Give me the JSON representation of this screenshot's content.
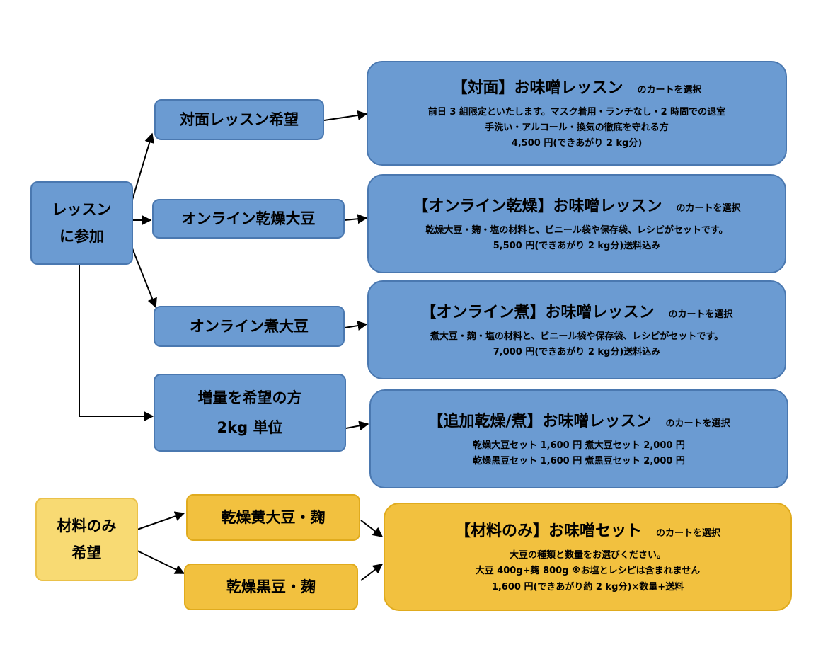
{
  "colors": {
    "blue": "#6b9bd2",
    "yellow": "#f2c13f",
    "pale_yellow": "#f8da73",
    "arrow": "#000000"
  },
  "start": {
    "line1": "レッスン",
    "line2": "に参加"
  },
  "options": {
    "taimen": "対面レッスン希望",
    "online_dry": "オンライン乾燥大豆",
    "online_boiled": "オンライン煮大豆",
    "extra_line1": "増量を希望の方",
    "extra_line2": "2kg 単位"
  },
  "cart_suffix": "のカートを選択",
  "cards": {
    "taimen": {
      "title": "【対面】お味噌レッスン",
      "lines": [
        "前日 3 組限定といたします。マスク着用・ランチなし・2 時間での退室",
        "手洗い・アルコール・換気の徹底を守れる方",
        "4,500 円(できあがり 2 kg分)"
      ]
    },
    "online_dry": {
      "title": "【オンライン乾燥】お味噌レッスン",
      "lines": [
        "乾燥大豆・麹・塩の材料と、ビニール袋や保存袋、レシピがセットです。",
        "5,500 円(できあがり 2 kg分)送料込み"
      ]
    },
    "online_boiled": {
      "title": "【オンライン煮】お味噌レッスン",
      "lines": [
        "煮大豆・麹・塩の材料と、ビニール袋や保存袋、レシピがセットです。",
        "7,000 円(できあがり 2 kg分)送料込み"
      ]
    },
    "extra": {
      "title": "【追加乾燥/煮】お味噌レッスン",
      "lines": [
        "乾燥大豆セット 1,600 円 煮大豆セット 2,000 円",
        "乾燥黒豆セット 1,600 円 煮黒豆セット 2,000 円"
      ]
    },
    "materials": {
      "title": "【材料のみ】お味噌セット",
      "lines": [
        "大豆の種類と数量をお選びください。",
        "大豆 400g+麹 800g ※お塩とレシピは含まれません",
        "1,600 円(できあがり約 2 kg分)×数量+送料"
      ]
    }
  },
  "materials_start": {
    "line1": "材料のみ",
    "line2": "希望"
  },
  "materials_options": {
    "yellow_soy": "乾燥黄大豆・麹",
    "black_soy": "乾燥黒豆・麹"
  }
}
